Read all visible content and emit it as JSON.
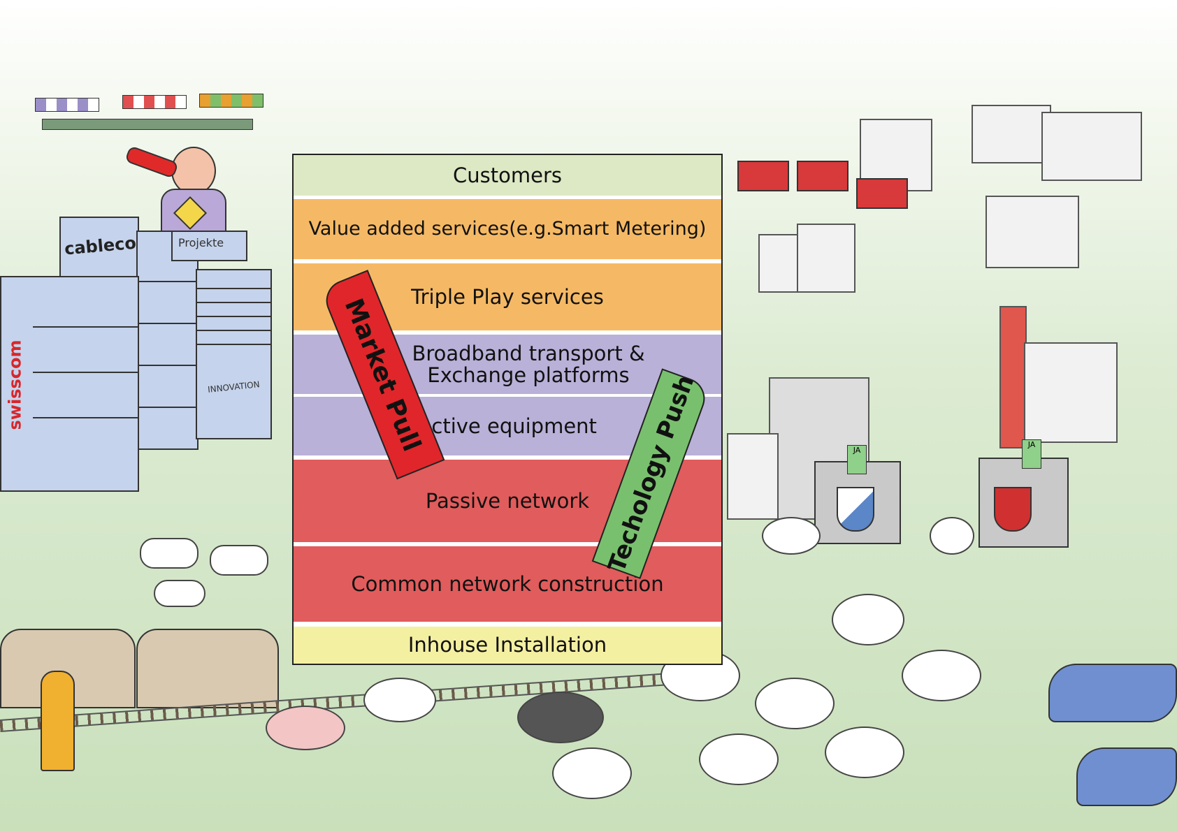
{
  "layers": [
    {
      "label": "Customers",
      "color": "#dde8c4"
    },
    {
      "label": "Value added services(e.g.Smart Metering)",
      "color": "#f5b965"
    },
    {
      "label": "Triple Play services",
      "color": "#f5b965"
    },
    {
      "label": "Broadband transport & Exchange platforms",
      "color": "#b9b1d8"
    },
    {
      "label": "Active equipment",
      "color": "#b9b1d8"
    },
    {
      "label": "Passive network",
      "color": "#e15c5c"
    },
    {
      "label": "Common network construction",
      "color": "#e15c5c"
    },
    {
      "label": "Inhouse Installation",
      "color": "#f4f0a2"
    }
  ],
  "ribbons": {
    "market_pull": {
      "label": "Market Pull",
      "color": "#e0262a"
    },
    "technology_push": {
      "label": "Techology Push",
      "color": "#79c06e"
    }
  },
  "cabinets": {
    "swisscom": "swisscom",
    "cablecom": "cablecom",
    "projekte": "Projekte",
    "innovation": "INNOVATION"
  },
  "ballots": {
    "left": "JA",
    "right": "JA"
  }
}
